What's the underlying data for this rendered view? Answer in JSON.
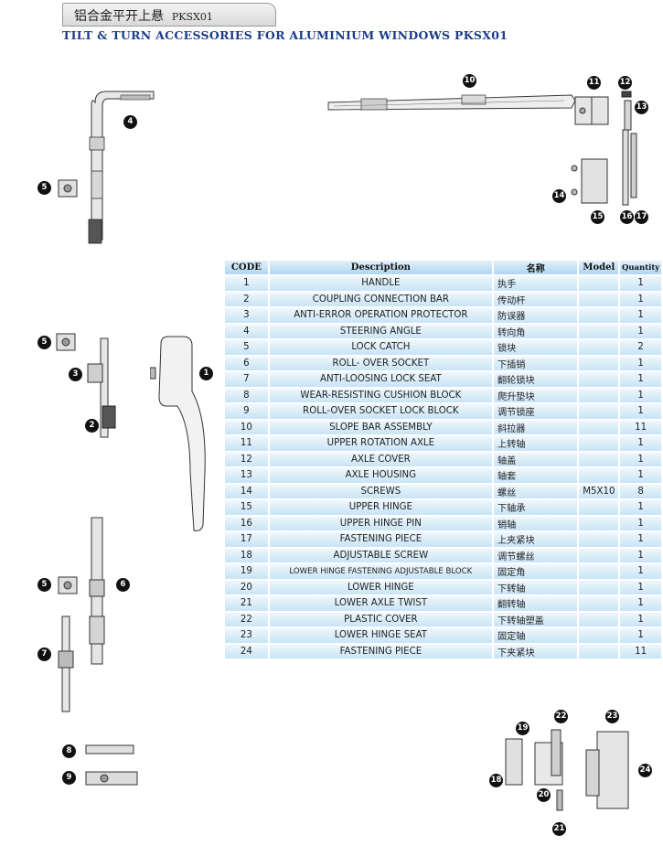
{
  "header": {
    "tab_title": "铝合金平开上悬",
    "tab_code": "PKSX01",
    "main_heading": "TILT & TURN ACCESSORIES FOR ALUMINIUM WINDOWS   PKSX01"
  },
  "table": {
    "headers": [
      "CODE",
      "Description",
      "名称",
      "Model",
      "Quantity"
    ],
    "rows": [
      {
        "code": "1",
        "desc": "HANDLE",
        "cn": "执手",
        "model": "",
        "qty": "1"
      },
      {
        "code": "2",
        "desc": "COUPLING CONNECTION BAR",
        "cn": "传动杆",
        "model": "",
        "qty": "1"
      },
      {
        "code": "3",
        "desc": "ANTI-ERROR OPERATION PROTECTOR",
        "cn": "防误器",
        "model": "",
        "qty": "1"
      },
      {
        "code": "4",
        "desc": "STEERING ANGLE",
        "cn": "转向角",
        "model": "",
        "qty": "1"
      },
      {
        "code": "5",
        "desc": "LOCK CATCH",
        "cn": "锁块",
        "model": "",
        "qty": "2"
      },
      {
        "code": "6",
        "desc": "ROLL- OVER SOCKET",
        "cn": "下插销",
        "model": "",
        "qty": "1"
      },
      {
        "code": "7",
        "desc": "ANTI-LOOSING LOCK SEAT",
        "cn": "翻轮锁块",
        "model": "",
        "qty": "1"
      },
      {
        "code": "8",
        "desc": "WEAR-RESISTING CUSHION BLOCK",
        "cn": "爬升垫块",
        "model": "",
        "qty": "1"
      },
      {
        "code": "9",
        "desc": "ROLL-OVER SOCKET LOCK BLOCK",
        "cn": "调节锁座",
        "model": "",
        "qty": "1"
      },
      {
        "code": "10",
        "desc": "SLOPE BAR ASSEMBLY",
        "cn": "斜拉器",
        "model": "",
        "qty": "11"
      },
      {
        "code": "11",
        "desc": "UPPER ROTATION AXLE",
        "cn": "上转轴",
        "model": "",
        "qty": "1"
      },
      {
        "code": "12",
        "desc": "AXLE COVER",
        "cn": "轴盖",
        "model": "",
        "qty": "1"
      },
      {
        "code": "13",
        "desc": "AXLE HOUSING",
        "cn": "轴套",
        "model": "",
        "qty": "1"
      },
      {
        "code": "14",
        "desc": "SCREWS",
        "cn": "螺丝",
        "model": "M5X10",
        "qty": "8"
      },
      {
        "code": "15",
        "desc": "UPPER HINGE",
        "cn": "下轴承",
        "model": "",
        "qty": "1"
      },
      {
        "code": "16",
        "desc": "UPPER HINGE PIN",
        "cn": "销轴",
        "model": "",
        "qty": "1"
      },
      {
        "code": "17",
        "desc": "FASTENING PIECE",
        "cn": "上夹紧块",
        "model": "",
        "qty": "1"
      },
      {
        "code": "18",
        "desc": "ADJUSTABLE SCREW",
        "cn": "调节螺丝",
        "model": "",
        "qty": "1"
      },
      {
        "code": "19",
        "desc": "LOWER HINGE FASTENING ADJUSTABLE BLOCK",
        "cn": "固定角",
        "model": "",
        "qty": "1"
      },
      {
        "code": "20",
        "desc": "LOWER HINGE",
        "cn": "下转轴",
        "model": "",
        "qty": "1"
      },
      {
        "code": "21",
        "desc": "LOWER AXLE TWIST",
        "cn": "翻转轴",
        "model": "",
        "qty": "1"
      },
      {
        "code": "22",
        "desc": "PLASTIC COVER",
        "cn": "下转轴塑盖",
        "model": "",
        "qty": "1"
      },
      {
        "code": "23",
        "desc": "LOWER HINGE SEAT",
        "cn": "固定轴",
        "model": "",
        "qty": "1"
      },
      {
        "code": "24",
        "desc": "FASTENING PIECE",
        "cn": "下夹紧块",
        "model": "",
        "qty": "11"
      }
    ]
  },
  "callouts": {
    "n1": "1",
    "n2": "2",
    "n3": "3",
    "n4": "4",
    "n5": "5",
    "n6": "6",
    "n7": "7",
    "n8": "8",
    "n9": "9",
    "n10": "10",
    "n11": "11",
    "n12": "12",
    "n13": "13",
    "n14": "14",
    "n15": "15",
    "n16": "16",
    "n17": "17",
    "n18": "18",
    "n19": "19",
    "n20": "20",
    "n21": "21",
    "n22": "22",
    "n23": "23",
    "n24": "24"
  },
  "colors": {
    "heading": "#1b3c8a",
    "table_header": "#aed6f0",
    "table_cell": "#c8e4f6",
    "badge": "#111111"
  }
}
